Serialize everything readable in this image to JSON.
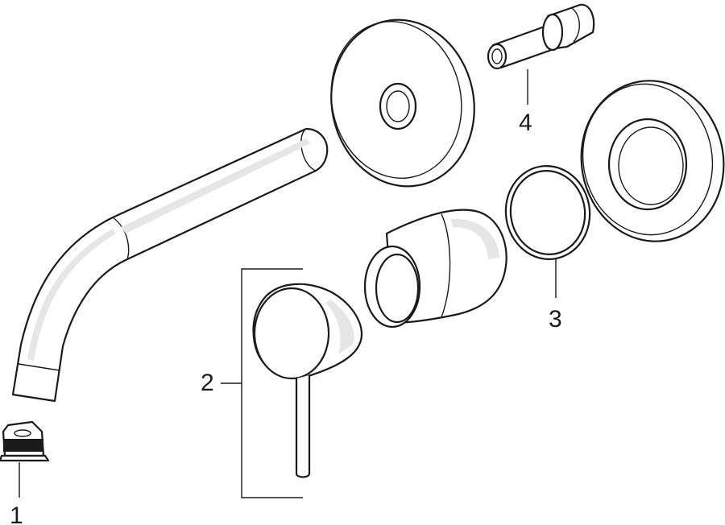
{
  "callouts": {
    "c1": "1",
    "c2": "2",
    "c3": "3",
    "c4": "4"
  },
  "colors": {
    "line": "#1a1a1a",
    "shade": "#e6e6e6",
    "background": "#ffffff"
  }
}
